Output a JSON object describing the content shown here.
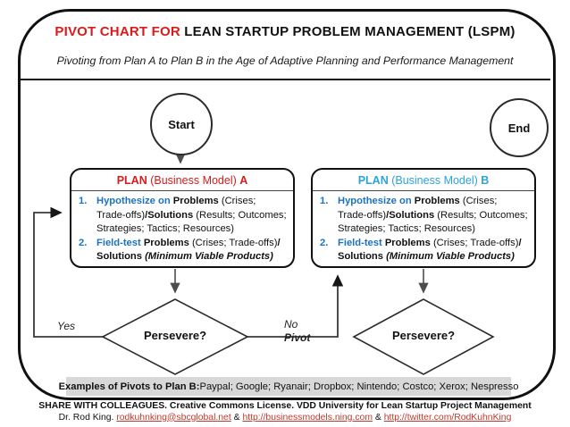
{
  "header": {
    "title_red": "PIVOT CHART FOR",
    "title_black": " LEAN STARTUP PROBLEM MANAGEMENT (LSPM)",
    "subtitle": "Pivoting from Plan A to Plan B in the Age of Adaptive Planning and Performance Management"
  },
  "nodes": {
    "start_label": "Start",
    "end_label": "End",
    "plan_a": {
      "t1": "PLAN",
      "t2": " (Business Model) ",
      "t3": "A"
    },
    "plan_b": {
      "t1": "PLAN",
      "t2": " (Business Model) ",
      "t3": "B"
    },
    "decision_a": "Persevere?",
    "decision_b": "Persevere?"
  },
  "plan_list": {
    "n1": "1.",
    "l1_blue": "Hypothesize on",
    "l1_bold": " Problems ",
    "l1_reg": "(Crises;",
    "l2_reg1": "Trade-offs)",
    "l2_bold": "/Solutions ",
    "l2_reg2": "(Results; Outcomes;",
    "l3_reg": "Strategies; Tactics; Resources)",
    "n2": "2.",
    "l4_blue": "Field-test",
    "l4_bold": " Problems ",
    "l4_reg": "(Crises; Trade-offs)",
    "l4_bold2": "/",
    "l5_bold": "Solutions ",
    "l5_italic": "(Minimum Viable Products)"
  },
  "edge_labels": {
    "yes": "Yes",
    "no": "No",
    "pivot": "Pivot"
  },
  "examples": {
    "lead": "Examples of Pivots to Plan B:",
    "items": " Paypal; Google; Ryanair; Dropbox; Nintendo; Costco; Xerox; Nespresso"
  },
  "footer": {
    "line1": "SHARE WITH COLLEAGUES. Creative Commons License. VDD University for Lean Startup Project Management",
    "line2_prefix": "Dr. Rod King. ",
    "link1": "rodkuhnking@sbcglobal.net",
    "sep1": " & ",
    "link2": "http://businessmodels.ning.com",
    "sep2": " & ",
    "link3": "http://twitter.com/RodKuhnKing"
  },
  "colors": {
    "title_red": "#D81B1B",
    "plan_b_blue": "#2BA3DC",
    "list_blue": "#1C72BE",
    "link_red": "#BE3A2E",
    "examples_gray": "#D8D8D8"
  }
}
